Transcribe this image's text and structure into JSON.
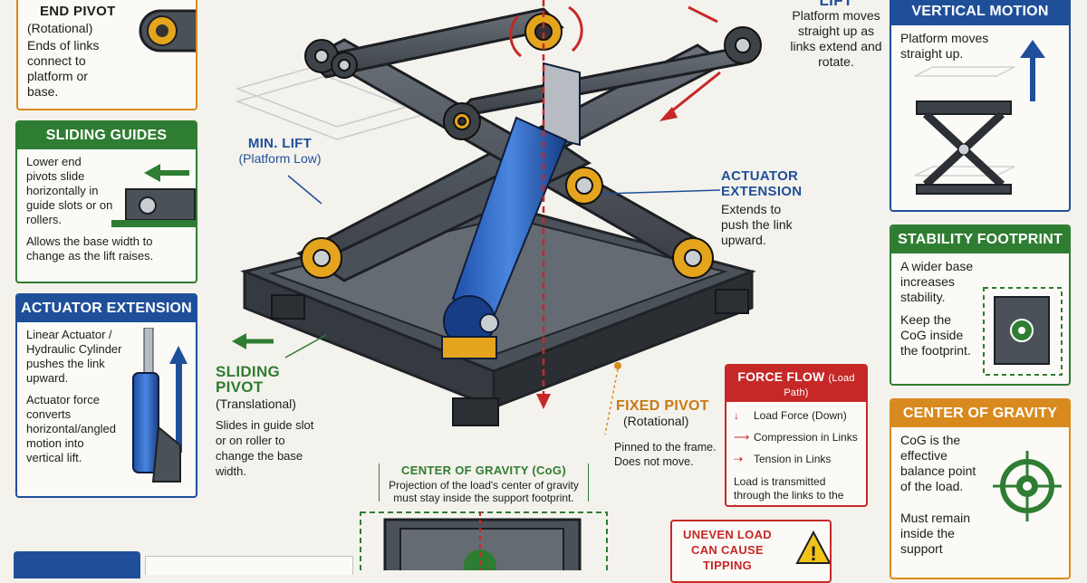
{
  "end_pivot": {
    "title": "END PIVOT",
    "subtitle": "(Rotational)",
    "text": "Ends of links connect to platform or base."
  },
  "sliding_guides": {
    "title": "SLIDING GUIDES",
    "text1": "Lower end pivots slide horizontally in guide slots or on rollers.",
    "text2": "Allows the base width to change as the lift raises."
  },
  "actuator_panel": {
    "title": "ACTUATOR EXTENSION",
    "text1": "Linear Actuator / Hydraulic Cylinder pushes the link upward.",
    "text2": "Actuator force converts horizontal/angled motion into vertical lift."
  },
  "lift_label": {
    "title": "LIFT",
    "text": "Platform moves straight up as links extend and rotate."
  },
  "min_lift": {
    "title": "MIN. LIFT",
    "subtitle": "(Platform Low)"
  },
  "actuator_label": {
    "title": "ACTUATOR EXTENSION",
    "text": "Extends to push the link upward."
  },
  "sliding_pivot": {
    "title": "SLIDING PIVOT",
    "subtitle": "(Translational)",
    "text": "Slides in guide slot or on roller to change the base width."
  },
  "fixed_pivot": {
    "title": "FIXED PIVOT",
    "subtitle": "(Rotational)",
    "text": "Pinned to the frame. Does not move."
  },
  "force_flow": {
    "title": "FORCE FLOW",
    "title_small": "(Load Path)",
    "legend": [
      "Load Force (Down)",
      "Compression in Links",
      "Tension in Links"
    ],
    "text": "Load is transmitted through the links to the base."
  },
  "cog_bottom": {
    "title": "CENTER OF GRAVITY (CoG)",
    "text": "Projection of the load's center of gravity must stay inside the support footprint."
  },
  "uneven": {
    "title": "UNEVEN LOAD CAN CAUSE TIPPING"
  },
  "vertical_motion": {
    "title": "VERTICAL MOTION",
    "text": "Platform moves straight up."
  },
  "stability": {
    "title": "STABILITY FOOTPRINT",
    "text1": "A wider base increases stability.",
    "text2": "Keep the CoG inside the footprint."
  },
  "cog_right": {
    "title": "CENTER OF GRAVITY",
    "text1": "CoG is the effective balance point of the load.",
    "text2": "Must remain inside the support"
  },
  "colors": {
    "orange": "#d98a1f",
    "green": "#2f7d32",
    "blue": "#1f4f99",
    "red": "#c62828"
  }
}
